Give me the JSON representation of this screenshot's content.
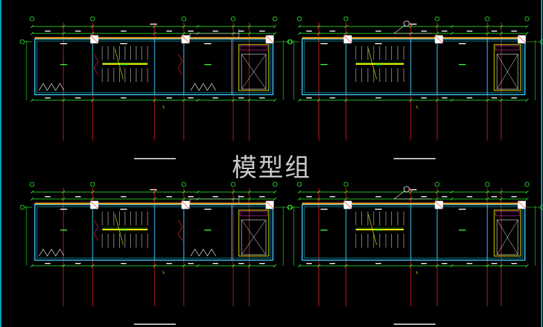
{
  "watermark": "模型组",
  "colors": {
    "background": "#000000",
    "cyan": "#00d8ff",
    "green": "#33ff33",
    "yellow": "#ffff00",
    "red": "#ff2020",
    "orange": "#ffa41a",
    "white": "#ffffff",
    "magenta": "#ff2bd6",
    "wall_cyan": "#3fd0ff"
  },
  "drawings": [
    {
      "name": "plan-top-left",
      "variant": "wide"
    },
    {
      "name": "plan-top-right",
      "variant": "narrow"
    },
    {
      "name": "plan-bottom-left",
      "variant": "wide"
    },
    {
      "name": "plan-bottom-right",
      "variant": "narrow"
    }
  ]
}
